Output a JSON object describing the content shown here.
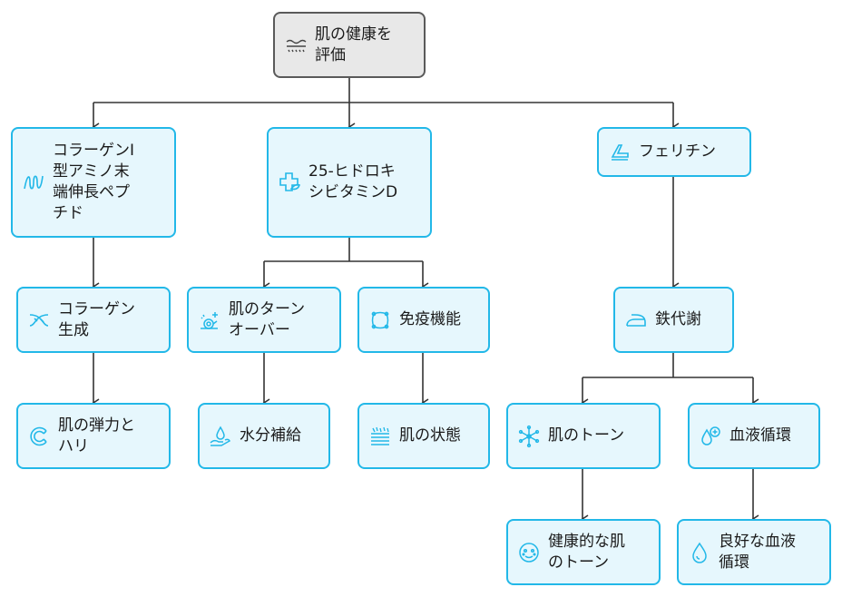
{
  "nodes": {
    "root": {
      "label": "肌の健康を\n評価",
      "icon": "skin-layers-icon"
    },
    "collagen_peptide": {
      "label": "コラーゲンI\n型アミノ末\n端伸長ペプ\nチド",
      "icon": "collagen-fiber-icon"
    },
    "vitamin_d": {
      "label": "25-ヒドロキ\nシビタミンD",
      "icon": "medical-cross-leaf-icon"
    },
    "ferritin": {
      "label": "フェリチン",
      "icon": "flask-icon"
    },
    "collagen_production": {
      "label": "コラーゲン\n生成",
      "icon": "dna-icon"
    },
    "skin_turnover": {
      "label": "肌のターン\nオーバー",
      "icon": "snail-plus-icon"
    },
    "immune_function": {
      "label": "免疫機能",
      "icon": "cell-icon"
    },
    "iron_metabolism": {
      "label": "鉄代謝",
      "icon": "iron-icon"
    },
    "skin_elasticity": {
      "label": "肌の弾力と\nハリ",
      "icon": "c-shape-icon"
    },
    "hydration": {
      "label": "水分補給",
      "icon": "water-hand-icon"
    },
    "skin_condition": {
      "label": "肌の状態",
      "icon": "skin-texture-icon"
    },
    "skin_tone": {
      "label": "肌のトーン",
      "icon": "snowflake-icon"
    },
    "blood_circulation": {
      "label": "血液循環",
      "icon": "blood-drop-plus-icon"
    },
    "healthy_skin_tone": {
      "label": "健康的な肌\nのトーン",
      "icon": "face-mask-icon"
    },
    "good_circulation": {
      "label": "良好な血液\n循環",
      "icon": "drop-icon"
    }
  },
  "colors": {
    "node_border": "#22b8e8",
    "node_fill": "#e6f7fd",
    "root_border": "#5a5a5a",
    "root_fill": "#e8e8e8",
    "edge": "#333333"
  }
}
